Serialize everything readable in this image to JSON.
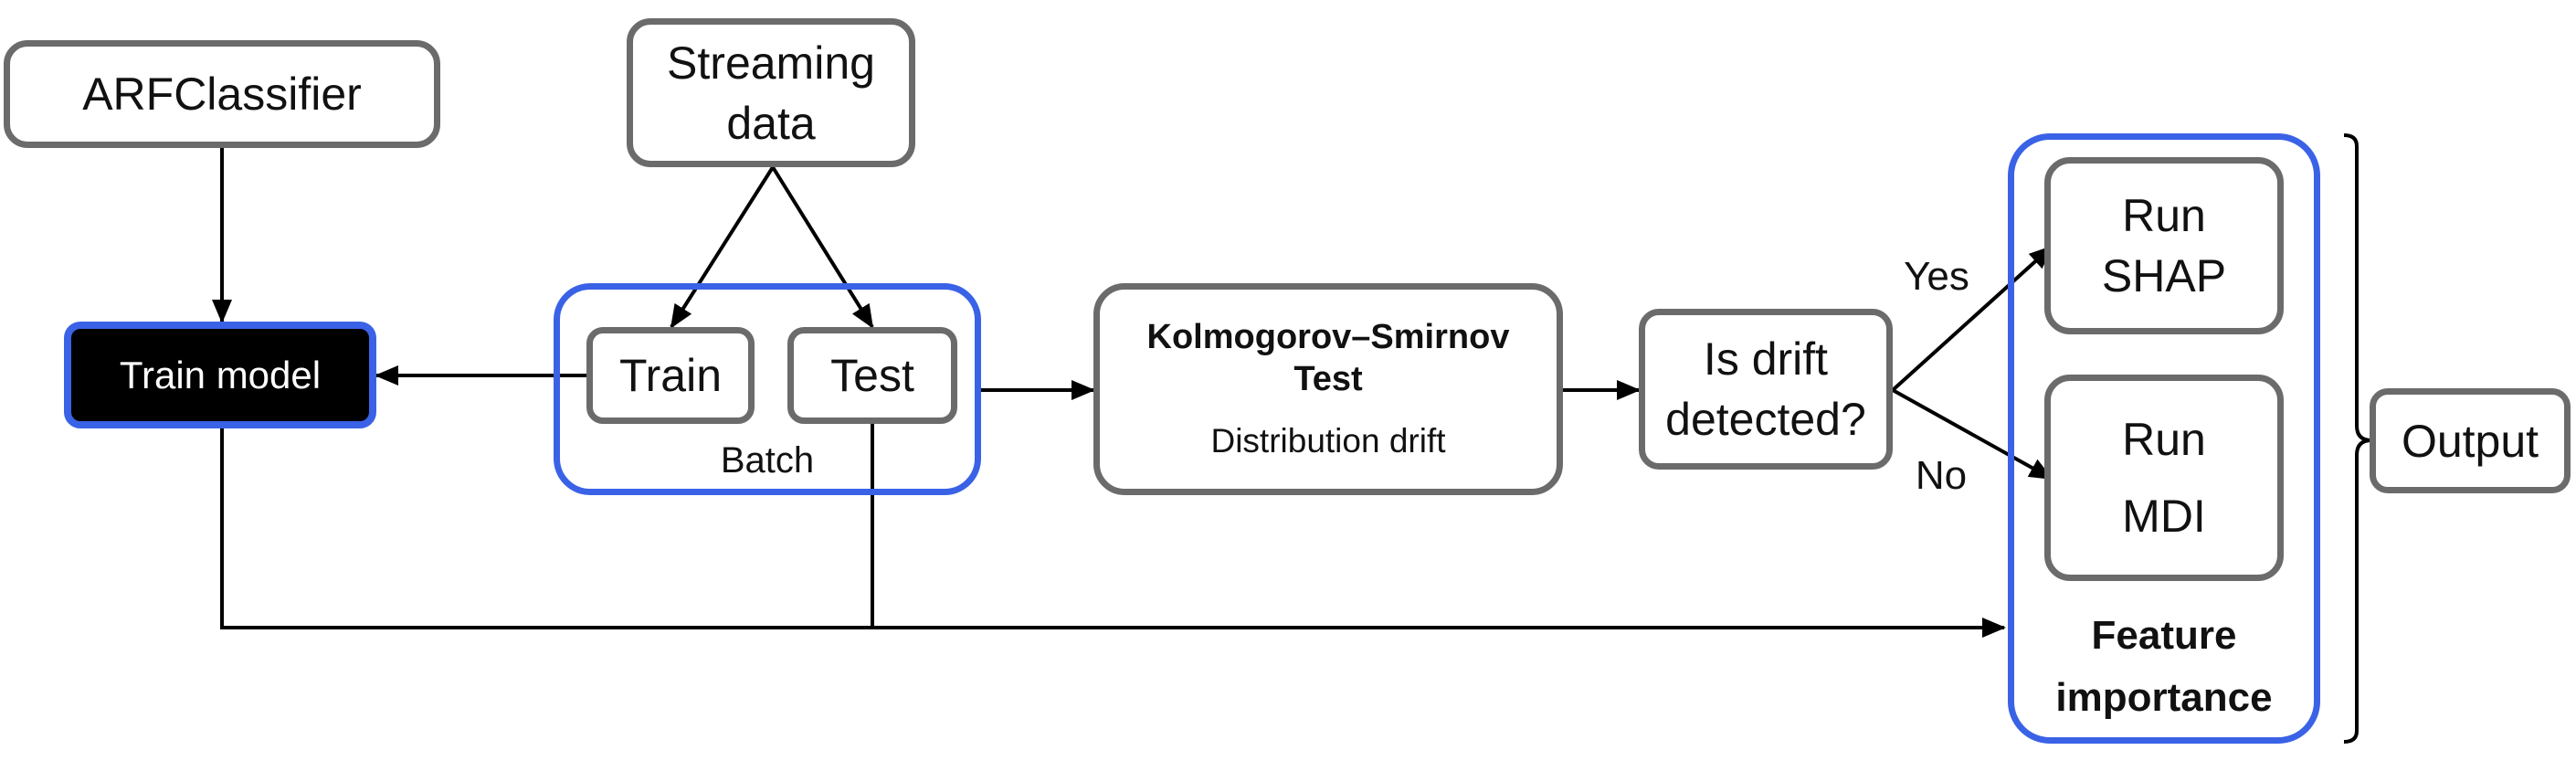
{
  "nodes": {
    "arf": {
      "label": "ARFClassifier"
    },
    "streaming": {
      "line1": "Streaming",
      "line2": "data"
    },
    "train_model": {
      "label": "Train model"
    },
    "batch": {
      "label": "Batch"
    },
    "train": {
      "label": "Train"
    },
    "test": {
      "label": "Test"
    },
    "ks": {
      "line1": "Kolmogorov–Smirnov",
      "line2": "Test",
      "sub": "Distribution drift"
    },
    "drift": {
      "line1": "Is drift",
      "line2": "detected?"
    },
    "shap": {
      "line1": "Run",
      "line2": "SHAP"
    },
    "mdi": {
      "line1": "Run",
      "line2": "MDI"
    },
    "feature_importance": {
      "line1": "Feature",
      "line2": "importance"
    },
    "output": {
      "label": "Output"
    }
  },
  "edges": {
    "yes_label": "Yes",
    "no_label": "No"
  },
  "colors": {
    "box_border": "#6b6b6b",
    "group_border": "#3a62e6",
    "train_model_fill": "#000000",
    "arrow": "#000000"
  }
}
